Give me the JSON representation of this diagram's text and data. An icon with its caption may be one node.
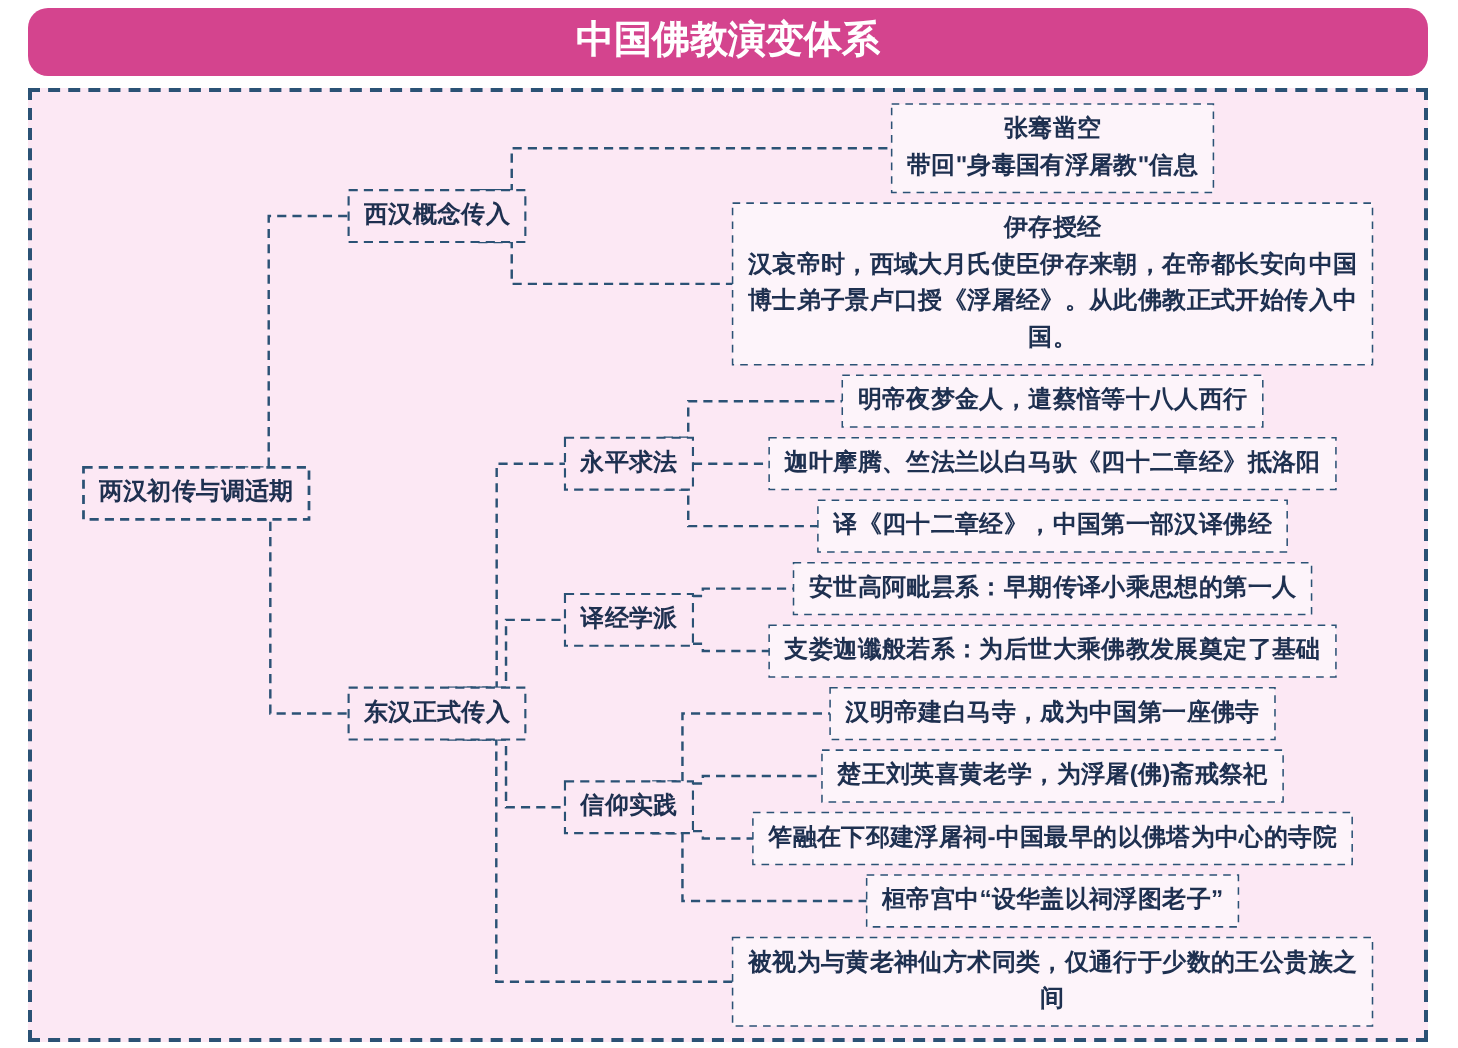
{
  "diagram": {
    "title": "中国佛教演变体系",
    "nodes": [
      {
        "text": [
          "两汉初传与调适期"
        ]
      },
      {
        "text": [
          "西汉概念传入"
        ]
      },
      {
        "text": [
          "张骞凿空",
          "带回\"身毒国有浮屠教\"信息"
        ]
      },
      {
        "text": [
          "伊存授经",
          "汉哀帝时，西域大月氏使臣伊存来朝，在帝都长安向中国博士弟子景卢口授《浮屠经》。从此佛教正式开始传入中国。"
        ]
      },
      {
        "text": [
          "东汉正式传入"
        ]
      },
      {
        "text": [
          "永平求法"
        ]
      },
      {
        "text": [
          "明帝夜梦金人，遣蔡愔等十八人西行"
        ]
      },
      {
        "text": [
          "迦叶摩腾、竺法兰以白马驮《四十二章经》抵洛阳"
        ]
      },
      {
        "text": [
          "译《四十二章经》，中国第一部汉译佛经"
        ]
      },
      {
        "text": [
          "译经学派"
        ]
      },
      {
        "text": [
          "安世高阿毗昙系：早期传译小乘思想的第一人"
        ]
      },
      {
        "text": [
          "支娄迦谶般若系：为后世大乘佛教发展奠定了基础"
        ]
      },
      {
        "text": [
          "信仰实践"
        ]
      },
      {
        "text": [
          "汉明帝建白马寺，成为中国第一座佛寺"
        ]
      },
      {
        "text": [
          "楚王刘英喜黄老学，为浮屠(佛)斋戒祭祀"
        ]
      },
      {
        "text": [
          "笮融在下邳建浮屠祠-中国最早的以佛塔为中心的寺院"
        ]
      },
      {
        "text": [
          "桓帝宫中“设华盖以祠浮图老子”"
        ]
      },
      {
        "text": [
          "被视为与黄老神仙方术同类，仅通行于少数的王公贵族之间"
        ]
      }
    ],
    "edges": [
      {
        "from": 0,
        "to": 1,
        "arrow": "none",
        "style": "dashed"
      },
      {
        "from": 0,
        "to": 4,
        "arrow": "none",
        "style": "dashed"
      },
      {
        "from": 1,
        "to": 2,
        "arrow": "none",
        "style": "dashed"
      },
      {
        "from": 1,
        "to": 3,
        "arrow": "none",
        "style": "dashed"
      },
      {
        "from": 4,
        "to": 5,
        "arrow": "none",
        "style": "dashed"
      },
      {
        "from": 4,
        "to": 9,
        "arrow": "none",
        "style": "dashed"
      },
      {
        "from": 4,
        "to": 12,
        "arrow": "none",
        "style": "dashed"
      },
      {
        "from": 4,
        "to": 17,
        "arrow": "none",
        "style": "dashed"
      },
      {
        "from": 5,
        "to": 6,
        "arrow": "none",
        "style": "dashed"
      },
      {
        "from": 5,
        "to": 7,
        "arrow": "none",
        "style": "dashed"
      },
      {
        "from": 5,
        "to": 8,
        "arrow": "none",
        "style": "dashed"
      },
      {
        "from": 9,
        "to": 10,
        "arrow": "none",
        "style": "dashed"
      },
      {
        "from": 9,
        "to": 11,
        "arrow": "none",
        "style": "dashed"
      },
      {
        "from": 12,
        "to": 13,
        "arrow": "none",
        "style": "dashed"
      },
      {
        "from": 12,
        "to": 14,
        "arrow": "none",
        "style": "dashed"
      },
      {
        "from": 12,
        "to": 15,
        "arrow": "none",
        "style": "dashed"
      },
      {
        "from": 12,
        "to": 16,
        "arrow": "none",
        "style": "dashed"
      }
    ]
  }
}
